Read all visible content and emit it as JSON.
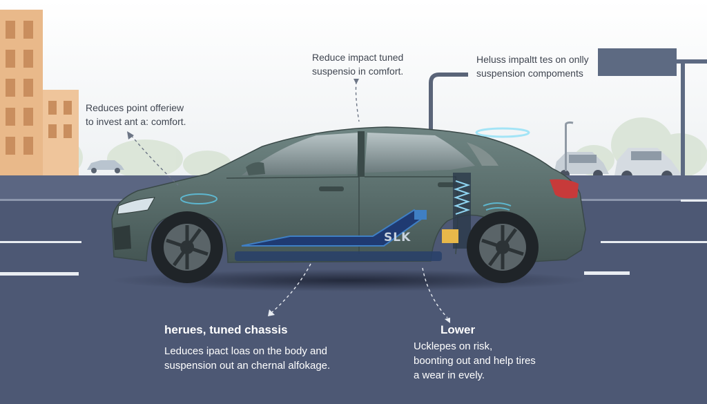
{
  "callouts": {
    "top_left": {
      "line1": "Reduces point offerіew",
      "line2": "to invest ant a: comfort."
    },
    "top_center": {
      "line1": "Reduce impact tuned",
      "line2": "suspensio in comfort."
    },
    "top_right": {
      "line1": "Heluss impaltt tes on onlly",
      "line2": "suspension compoments"
    }
  },
  "bottom_left": {
    "heading": "herues, tuned chassis",
    "line1": "Leduces ipact loas on the body and",
    "line2": "suspension out an chernal alfokage."
  },
  "bottom_right": {
    "heading": "Lower",
    "line1": "Ucklepes on risk,",
    "line2": "boonting out and help tires",
    "line3": "a wear in evely."
  },
  "car": {
    "badge": "SLK"
  },
  "colors": {
    "road": "#4d5874",
    "car_body": "#5a6e6c",
    "accent_glow": "#5fc9e8",
    "building": "#e9b98a",
    "text_dark": "#3f4550",
    "text_light": "#ffffff"
  }
}
